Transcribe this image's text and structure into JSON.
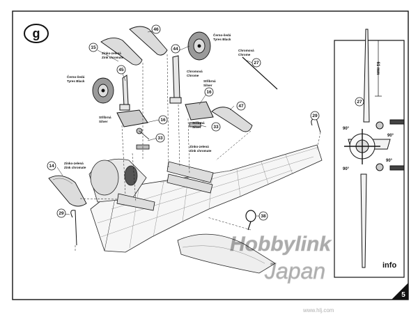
{
  "step": "g",
  "page_number": "5",
  "info_label": "info",
  "watermark": {
    "brand": "Hobbylink",
    "country": "Japan",
    "url": "www.hlj.com"
  },
  "parts": {
    "p14": "14",
    "p15": "15",
    "p45": "45",
    "p46": "46",
    "p44": "44",
    "p16a": "16",
    "p16b": "16",
    "p33a": "33",
    "p33b": "33",
    "p27": "27",
    "p27b": "27",
    "p47": "47",
    "p29a": "29",
    "p29b": "29",
    "p38": "38"
  },
  "labels": {
    "zinc_left_cz": "Zinko-zelená",
    "zinc_left_en": "Zink chromate",
    "zinc_top_cz": "Zinko-zelená",
    "zinc_top_en": "Zink chromate",
    "zinc_mid_cz": "Zinko-zelená",
    "zinc_mid_en": "Zink chromate",
    "tyre_l_cz": "Černo-šedá",
    "tyre_l_en": "Tyres Black",
    "tyre_r_cz": "Černo-šedá",
    "tyre_r_en": "Tyres Black",
    "chrome1_cz": "Chromová",
    "chrome1_en": "Chrome",
    "chrome2_cz": "Chromová",
    "chrome2_en": "Chrome",
    "silver1_cz": "Stříbrná",
    "silver1_en": "Silver",
    "silver2_cz": "Stříbrná",
    "silver2_en": "Silver",
    "silver3_cz": "Stříbrná",
    "silver3_en": "Silver"
  },
  "info_panel": {
    "dimension": "61 mm",
    "angles": [
      "90°",
      "90°",
      "90°",
      "90°"
    ]
  }
}
